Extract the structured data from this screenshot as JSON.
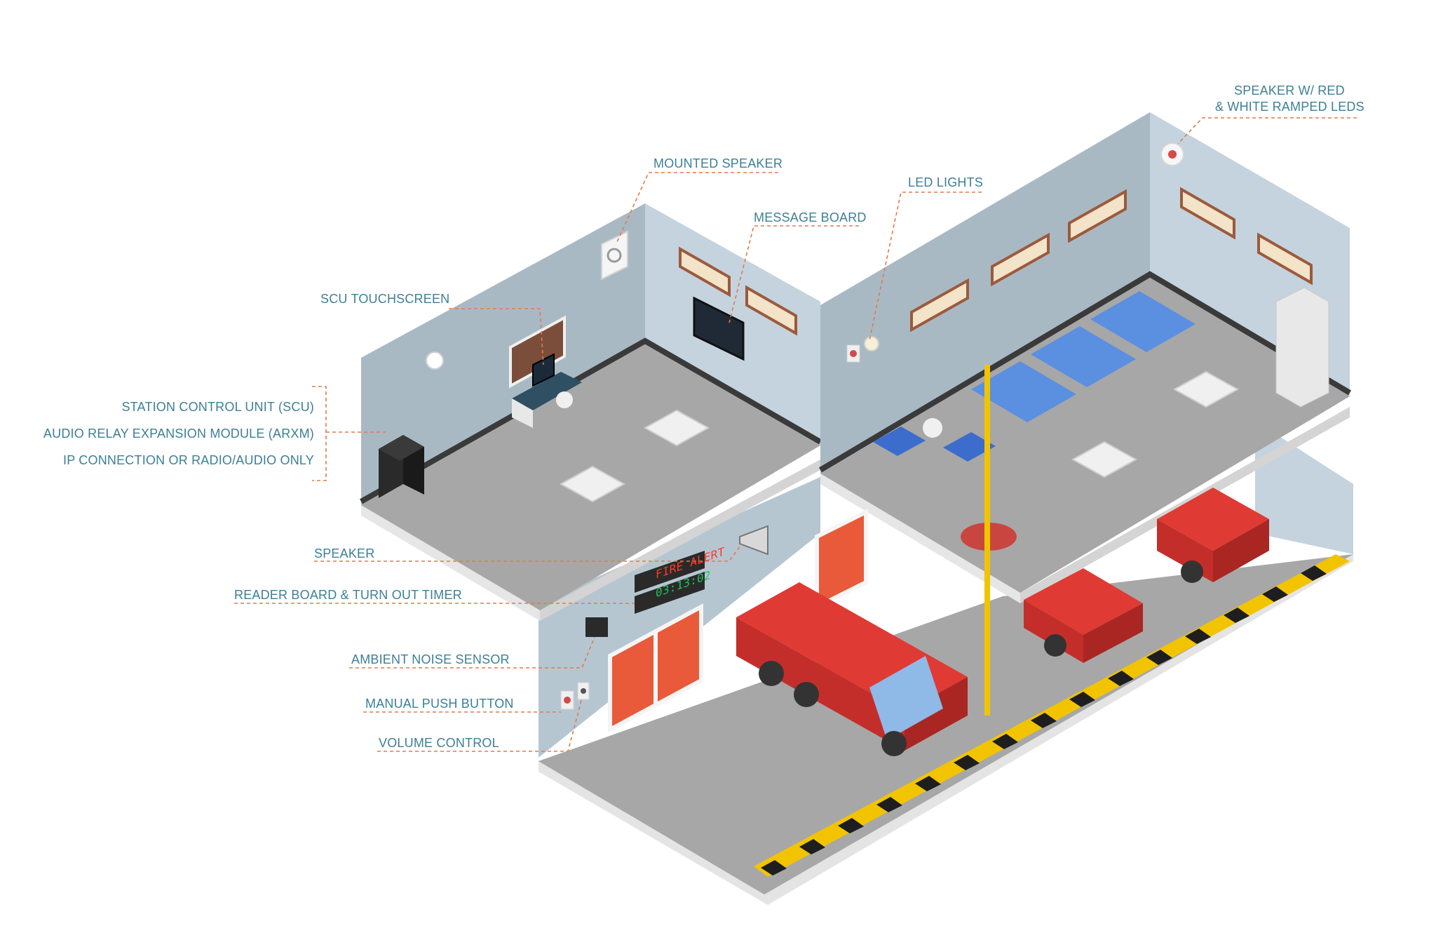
{
  "labels": {
    "speaker_red_white_line1": "SPEAKER W/ RED",
    "speaker_red_white_line2": "& WHITE RAMPED LEDS",
    "mounted_speaker": "MOUNTED SPEAKER",
    "led_lights": "LED LIGHTS",
    "message_board": "MESSAGE BOARD",
    "scu_touchscreen": "SCU TOUCHSCREEN",
    "station_control_unit": "STATION CONTROL UNIT (SCU)",
    "audio_relay_module": "AUDIO RELAY EXPANSION MODULE (ARXM)",
    "ip_connection": "IP CONNECTION OR RADIO/AUDIO ONLY",
    "speaker": "SPEAKER",
    "reader_board_timer": "READER BOARD & TURN OUT TIMER",
    "ambient_noise_sensor": "AMBIENT NOISE SENSOR",
    "manual_push_button": "MANUAL PUSH BUTTON",
    "volume_control": "VOLUME CONTROL"
  },
  "reader_board": {
    "message": "FIRE ALERT",
    "timer": "03:13:02"
  },
  "colors": {
    "label_text": "#3d7f95",
    "leader_line": "#e07b4a",
    "wall_light": "#c4d3de",
    "wall_dark": "#a9b9c4",
    "floor": "#a7a7a7",
    "slab": "#eeeeee",
    "truck_red": "#e03a35",
    "bed_blue": "#5b8fe0",
    "hazard_yellow": "#f2c400"
  }
}
